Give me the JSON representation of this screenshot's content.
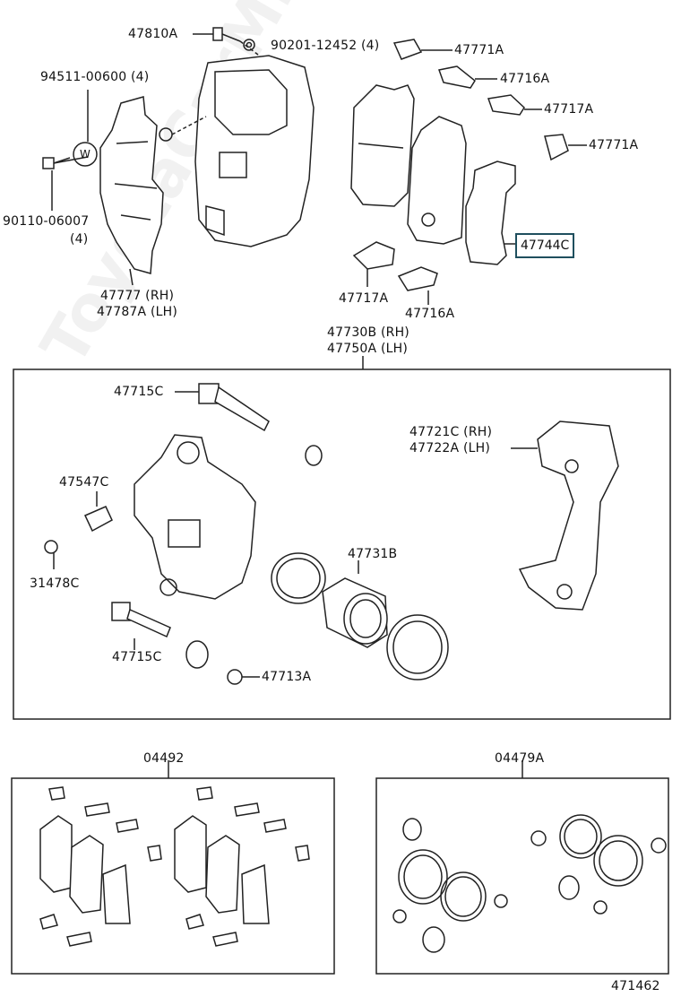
{
  "diagram": {
    "labels": {
      "l47810A": "47810A",
      "l90201": "90201-12452 (4)",
      "l47771A_top": "47771A",
      "l94511": "94511-00600 (4)",
      "l47716A_top": "47716A",
      "l47717A_top": "47717A",
      "l47771A_2": "47771A",
      "l90110": "90110-06007",
      "l90110_qty": "(4)",
      "l47744C": "47744C",
      "l47777": "47777 (RH)",
      "l47787A": "47787A (LH)",
      "l47717A_bottom": "47717A",
      "l47716A_bottom": "47716A",
      "l47730B": "47730B (RH)",
      "l47750A": "47750A (LH)",
      "l47715C_top": "47715C",
      "l47721C": "47721C (RH)",
      "l47722A": "47722A (LH)",
      "l47547C": "47547C",
      "l47731B": "47731B",
      "l31478C": "31478C",
      "l47715C_bottom": "47715C",
      "l47713A": "47713A",
      "l04492": "04492",
      "l04479A": "04479A",
      "l471462": "471462",
      "w_symbol": "W"
    },
    "watermark": "ToyotaCarMine.ru"
  }
}
